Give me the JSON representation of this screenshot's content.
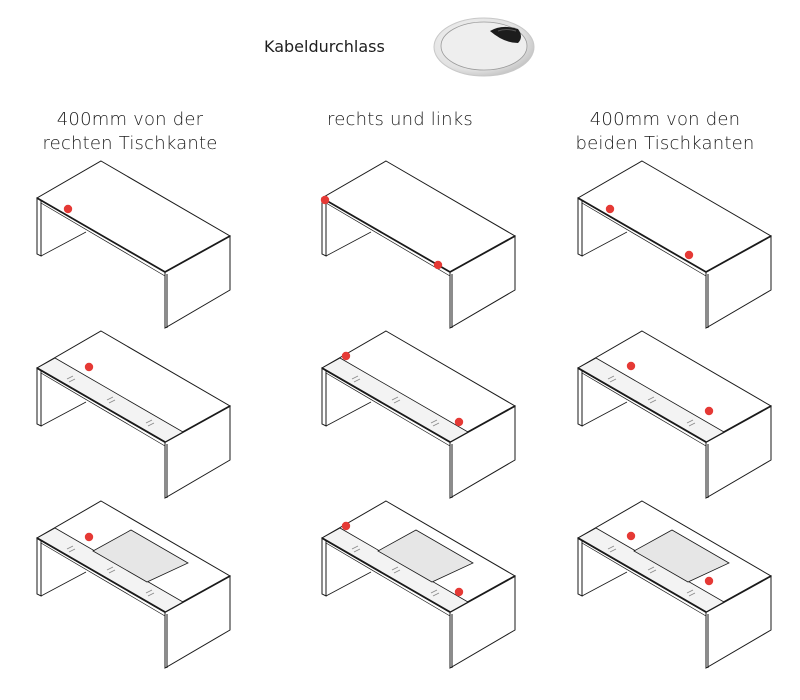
{
  "header": {
    "grommet_label": "Kabeldurchlass",
    "grommet_icon": "cable-grommet-icon"
  },
  "columns": [
    {
      "title_line1": "400mm von der",
      "title_line2": "rechten Tischkante",
      "holes": "right-edge"
    },
    {
      "title_line1": "rechts und links",
      "title_line2": "",
      "holes": "both-corners"
    },
    {
      "title_line1": "400mm von den",
      "title_line2": "beiden Tischkanten",
      "holes": "both-400mm"
    }
  ],
  "rows": [
    {
      "variant": "plain-desk"
    },
    {
      "variant": "desk-with-cable-tray"
    },
    {
      "variant": "desk-with-cable-tray-and-inlay"
    }
  ],
  "colors": {
    "line": "#1a1a1a",
    "hole": "#e53935",
    "tray": "#f3f3f3",
    "inlay": "#e6e6e6"
  }
}
